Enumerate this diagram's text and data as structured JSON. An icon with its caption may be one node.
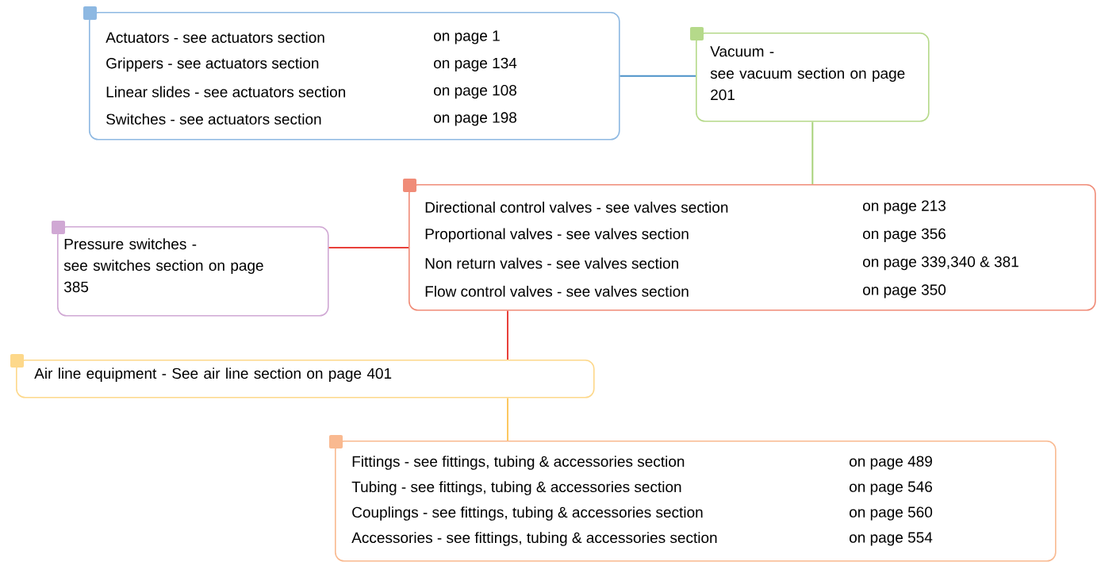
{
  "diagram": {
    "nodes": [
      {
        "text": [
          "Actuators - see actuators section",
          "on page 1",
          "Grippers - see actuators section",
          "on page 134",
          "Linear slides - see actuators section",
          "on page 108",
          "Switches - see actuators section",
          "on page 198"
        ]
      },
      {
        "text": [
          "Vacuum -",
          "see vacuum section on page 201"
        ]
      },
      {
        "text": [
          "Directional control valves - see valves section",
          "on page 213",
          "Proportional valves - see valves section",
          "on page 356",
          "Non return valves - see valves section",
          "on page 339,340 & 381",
          "Flow control valves - see valves section",
          "on page 350"
        ]
      },
      {
        "text": [
          "Pressure switches -",
          "see switches section on page 385"
        ]
      },
      {
        "text": [
          "Air line equipment - See air line section on page 401"
        ]
      },
      {
        "text": [
          "Fittings - see fittings, tubing & accessories section",
          "on page 489",
          "Tubing - see fittings, tubing & accessories section",
          "on page 546",
          "Couplings - see fittings, tubing & accessories section",
          "on page 560",
          "Accessories - see fittings, tubing & accessories section",
          "on page 554"
        ]
      }
    ],
    "edges": [
      {
        "from": 0,
        "to": 1,
        "arrow": "none",
        "color": "#4a90c8"
      },
      {
        "from": 1,
        "to": 2,
        "arrow": "none",
        "color": "#a8d27a"
      },
      {
        "from": 3,
        "to": 2,
        "arrow": "none",
        "color": "#e8403a"
      },
      {
        "from": 2,
        "to": 4,
        "arrow": "none",
        "color": "#e8403a"
      },
      {
        "from": 4,
        "to": 5,
        "arrow": "none",
        "color": "#fcc860"
      }
    ]
  }
}
